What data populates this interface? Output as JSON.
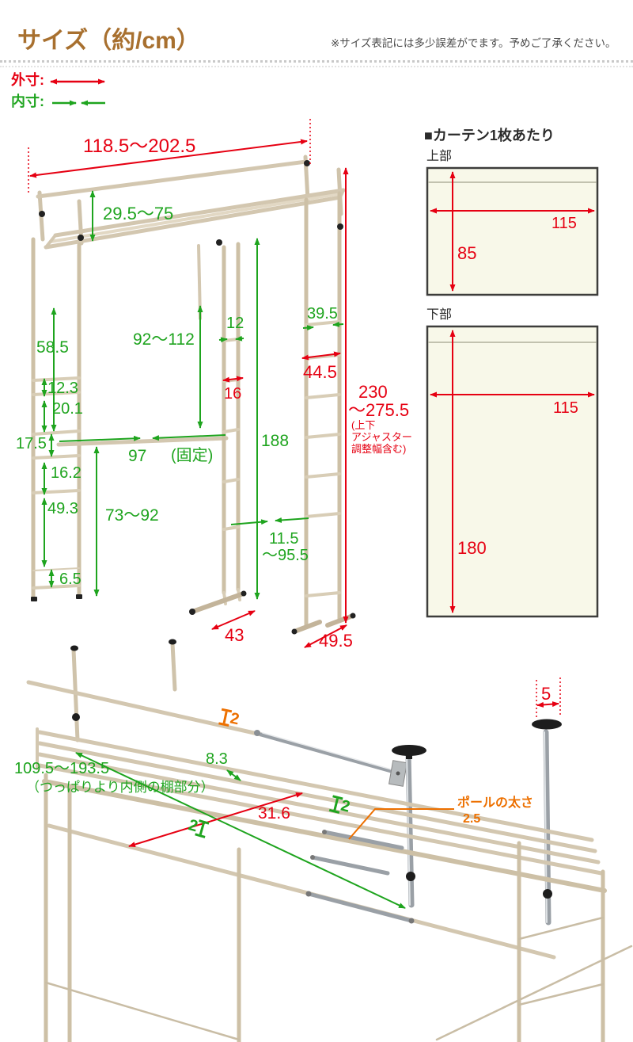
{
  "header": {
    "title": "サイズ（約/cm）",
    "note": "※サイズ表記には多少誤差がでます。予めご了承ください。"
  },
  "legend": {
    "outer_label": "外寸:",
    "inner_label": "内寸:"
  },
  "colors": {
    "outer_red": "#e60012",
    "inner_green": "#1ea41e",
    "title_brown": "#a8702f",
    "accent_orange": "#ed7000",
    "panel_fill": "#f8f8e9",
    "panel_border": "#3d3d3b"
  },
  "main_diagram": {
    "width_top": "118.5～202.5",
    "drop_29_75": "29.5～75",
    "h_58_5": "58.5",
    "inner_92_112": "92～112",
    "gap_12": "12",
    "w_39_5": "39.5",
    "w_44_5": "44.5",
    "gap_12_3": "12.3",
    "w_16": "16",
    "gap_20_1": "20.1",
    "total_height_1": "230",
    "total_height_2": "～275.5",
    "total_note_1": "(上下",
    "total_note_2": "アジャスター",
    "total_note_3": "調整幅含む)",
    "h_17_5": "17.5",
    "w_97": "97",
    "fixed_note": "(固定)",
    "h_188": "188",
    "gap_16_2": "16.2",
    "h_49_3": "49.3",
    "h_73_92": "73～92",
    "w_11_5": "11.5",
    "w_95_5": "～95.5",
    "h_6_5": "6.5",
    "foot_43": "43",
    "foot_49_5": "49.5"
  },
  "curtain_panel": {
    "heading": "■カーテン1枚あたり",
    "top_label": "上部",
    "top_width": "115",
    "top_height": "85",
    "bottom_label": "下部",
    "bottom_width": "115",
    "bottom_height": "180"
  },
  "bottom_diagram": {
    "shelf_range": "109.5～193.5",
    "shelf_note": "（つっぱりより内側の棚部分）",
    "gap_8_3": "8.3",
    "depth_31_6": "31.6",
    "knob_5": "5",
    "bar_thickness": "2",
    "pole_label": "ポールの太さ",
    "pole_value": "2.5"
  }
}
